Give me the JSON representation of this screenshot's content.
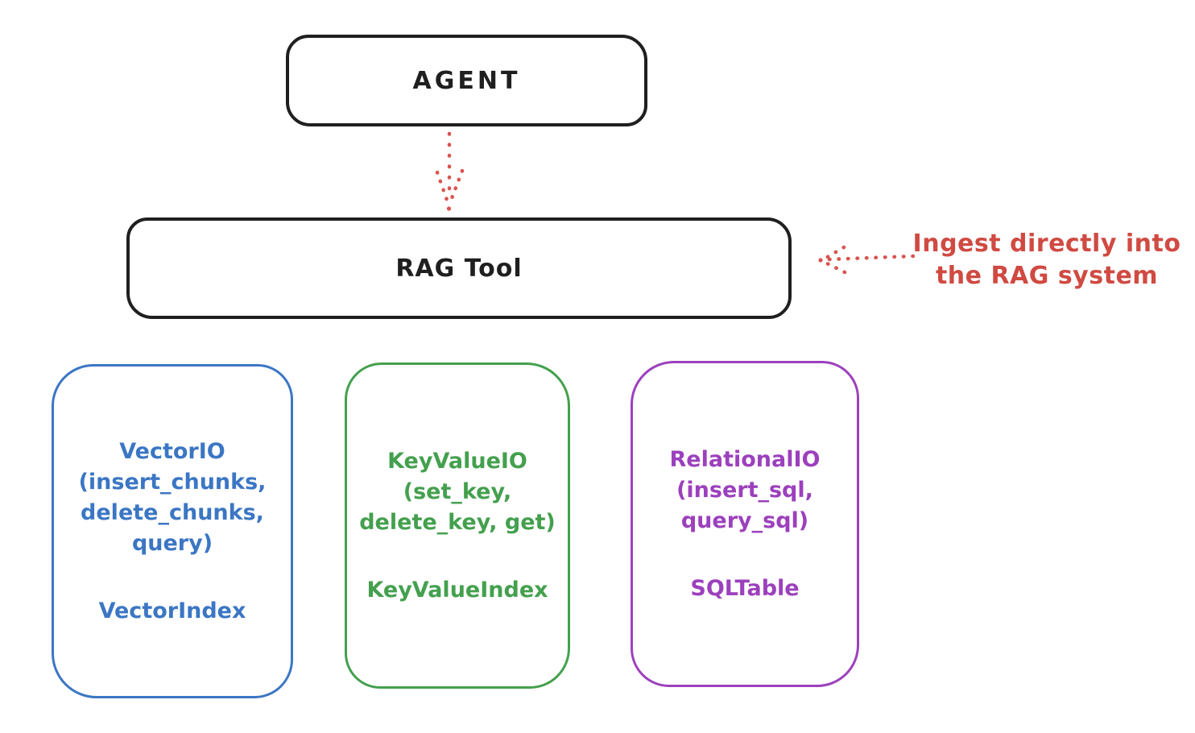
{
  "nodes": {
    "agent": {
      "label": "AGENT"
    },
    "rag_tool": {
      "label": "RAG Tool"
    }
  },
  "annotation": {
    "line1": "Ingest directly into",
    "line2": "the RAG system"
  },
  "backends": [
    {
      "name": "vector-io",
      "color": "#3b76c4",
      "lines": [
        "VectorIO",
        "(insert_chunks,",
        "delete_chunks,",
        "query)"
      ],
      "index": "VectorIndex"
    },
    {
      "name": "keyvalue-io",
      "color": "#44a04e",
      "lines": [
        "KeyValueIO",
        "(set_key,",
        "delete_key, get)"
      ],
      "index": "KeyValueIndex"
    },
    {
      "name": "relational-io",
      "color": "#9c40bd",
      "lines": [
        "RelationalIO",
        "(insert_sql,",
        "query_sql)"
      ],
      "index": "SQLTable"
    }
  ],
  "colors": {
    "ink": "#1f1f1f",
    "accent_red": "#d9534f",
    "blue": "#3b76c4",
    "green": "#44a04e",
    "purple": "#9c40bd",
    "background": "#ffffff"
  }
}
